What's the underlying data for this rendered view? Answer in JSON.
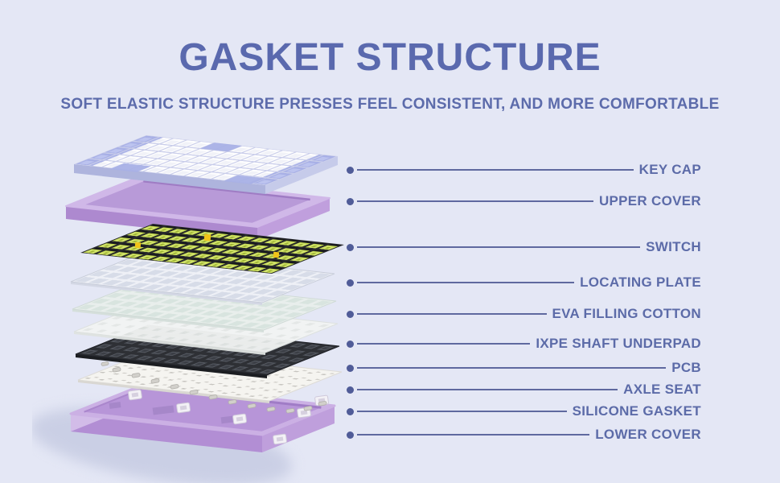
{
  "header": {
    "title": "GASKET STRUCTURE",
    "subtitle": "SOFT ELASTIC STRUCTURE PRESSES FEEL CONSISTENT, AND MORE COMFORTABLE"
  },
  "diagram": {
    "type": "exploded-keyboard-structure",
    "labels": [
      {
        "text": "KEY CAP"
      },
      {
        "text": "UPPER COVER"
      },
      {
        "text": "SWITCH"
      },
      {
        "text": "LOCATING PLATE"
      },
      {
        "text": "EVA FILLING COTTON"
      },
      {
        "text": "IXPE SHAFT UNDERPAD"
      },
      {
        "text": "PCB"
      },
      {
        "text": "AXLE SEAT"
      },
      {
        "text": "SILICONE GASKET"
      },
      {
        "text": "LOWER COVER"
      }
    ]
  },
  "colors": {
    "background": "#e4e7f5",
    "heading_text": "#5a69ae",
    "label_text": "#5c6ba8",
    "leader_line": "#5f699f",
    "leader_dot": "#505c98",
    "cover_purple": "#cbb0e4",
    "keycap_blue": "#a8b0e6",
    "keycap_white": "#fdfdfe",
    "switch_green": "#c3d84c",
    "pcb_dark": "#2e3035"
  }
}
